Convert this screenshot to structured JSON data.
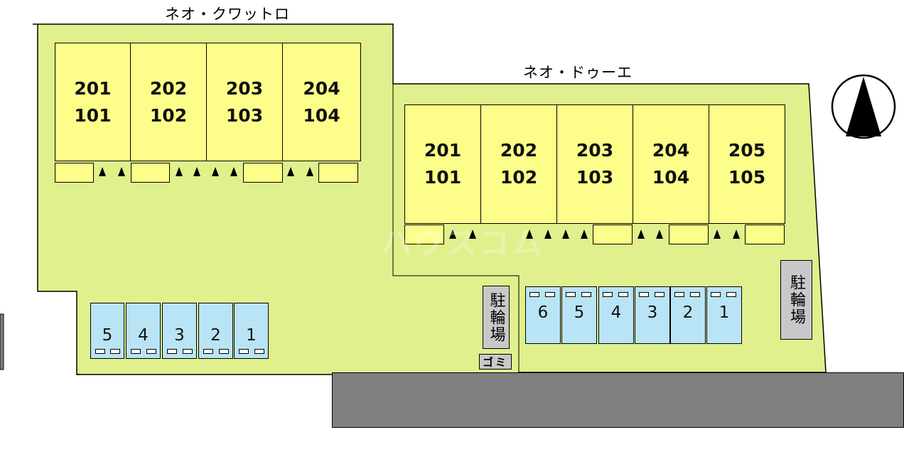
{
  "buildings": {
    "left": {
      "name": "ネオ・クワットロ",
      "units": [
        "201\n101",
        "202\n102",
        "203\n103",
        "204\n104"
      ]
    },
    "right": {
      "name": "ネオ・ドゥーエ",
      "units": [
        "201\n101",
        "202\n102",
        "203\n103",
        "204\n104",
        "205\n105"
      ]
    }
  },
  "parking_left": [
    "5",
    "4",
    "3",
    "2",
    "1"
  ],
  "parking_right": [
    "6",
    "5",
    "4",
    "3",
    "2",
    "1"
  ],
  "bicycle_parking_label": "駐輪場",
  "garbage_label": "ゴミ",
  "watermark": "ハウスコム",
  "colors": {
    "lot": "#e0f08c",
    "unit": "#fdfd8a",
    "parking": "#b9e4f5",
    "bicycle": "#c8c8c8",
    "road": "#7f7f7f"
  }
}
